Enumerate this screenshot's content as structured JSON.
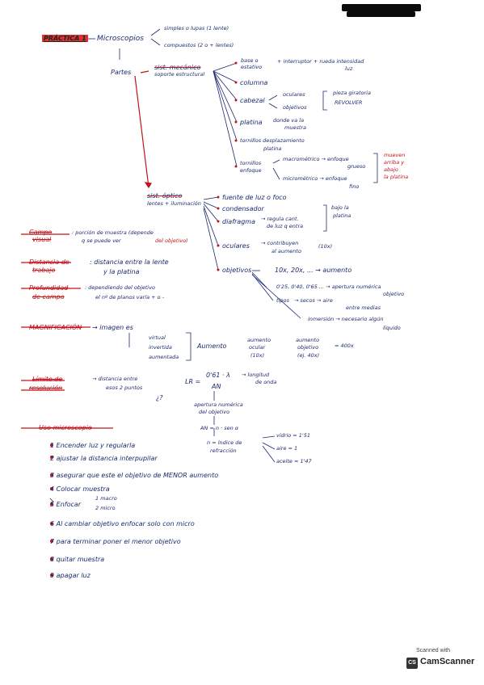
{
  "header": {
    "title": "PRÁCTICA 1",
    "microscopios": "Microscopios"
  },
  "types": {
    "simples": "simples o lupas (1 lente)",
    "compuestos": "compuestos (2 o + lentes)"
  },
  "partes": "Partes",
  "mecanico": {
    "title": "sist. mecánico",
    "sub": "soporte estructural",
    "base": "base o",
    "estativo": "estativo",
    "interruptor": "+ interruptor + rueda intensidad",
    "luz": "luz",
    "columna": "columna",
    "cabezal": "cabezal",
    "oculares": "oculares",
    "objetivos": "objetivos",
    "pieza": "pieza giratoria",
    "revolver": "REVOLVER",
    "platina": "platina",
    "platina_note1": "donde va la",
    "platina_note2": "muestra",
    "tornillos_desp1": "tornillos desplazamiento",
    "tornillos_desp2": "platina",
    "tornillos_enf1": "tornillos",
    "tornillos_enf2": "enfoque",
    "macro": "macrométrico → enfoque",
    "grueso": "grueso",
    "micro": "micrométrico → enfoque",
    "fino": "fino",
    "mueven1": "mueven",
    "mueven2": "arriba y",
    "mueven3": "abajo",
    "mueven4": "la platina"
  },
  "optico": {
    "title": "sist. óptico",
    "sub": "lentes + iluminación",
    "fuente": "fuente de luz o foco",
    "condensador": "condensador",
    "diafragma": "diafragma",
    "regula1": "→ regula cant.",
    "regula2": "de luz q entra",
    "bajo1": "bajo la",
    "bajo2": "platina",
    "oculares": "oculares",
    "contribuyen1": "→ contribuyen",
    "contribuyen2": "al aumento",
    "x10": "(10x)",
    "objetivos": "objetivos",
    "aumentos": "10x, 20x, ... → aumento",
    "aperturas": "0'25, 0'40, 0'65 ... → apertura numérica",
    "objetivo_lbl": "objetivo",
    "tipos": "tipos",
    "secos": "→ secos → aire",
    "entre": "entre medias",
    "inmersion": "inmersión → necesario algún",
    "liquido": "líquido"
  },
  "defs": {
    "campo_t1": "Campo",
    "campo_t2": "visual",
    "campo_d1": ": porción de muestra (depende",
    "campo_d2": "q se puede ver",
    "campo_d3": "del objetivo)",
    "dist_t1": "Distancia de",
    "dist_t2": "trabajo",
    "dist_d1": ": distancia entre la lente",
    "dist_d2": "y la platina",
    "prof_t1": "Profundidad",
    "prof_t2": "de campo",
    "prof_d1": ": dependiendo del objetivo",
    "prof_d2": "el nº de planos varía + o -",
    "mag_t": "MAGNIFICACIÓN",
    "mag_d": "→ imagen es",
    "virtual": "virtual",
    "invertida": "invertida",
    "aumentada": "aumentada",
    "aumento_t": "Aumento",
    "aumento_ocular1": "aumento",
    "aumento_ocular2": "ocular",
    "aumento_ocular3": "(10x)",
    "aumento_obj1": "aumento",
    "aumento_obj2": "objetivo",
    "aumento_obj3": "(ej. 40x)",
    "aumento_res": "= 400x",
    "lim_t1": "Límite de",
    "lim_t2": "resolución",
    "lim_d1": "→ distancia entre",
    "lim_d2": "esos 2 puntos",
    "lim_q": "¿?",
    "lr": "LR =",
    "lr_num": "0'61 · λ",
    "lr_den": "AN",
    "longitud1": "→ longitud",
    "longitud2": "de onda",
    "apertura1": "apertura numérica",
    "apertura2": "del objetivo",
    "an": "AN = n · sen α",
    "n1": "n = índice de",
    "n2": "refracción",
    "vidrio": "vidrio = 1'51",
    "aire": "aire = 1",
    "aceite": "aceite = 1'47"
  },
  "uso": {
    "title": "Uso microscopio",
    "steps": [
      "1 Encender luz y regularla",
      "2 ajustar la distancia interpupilar",
      "3 asegurar que este el objetivo de MENOR aumento",
      "4 Colocar muestra",
      "5 Enfocar",
      "6 Al cambiar objetivo enfocar solo con micro",
      "7 para terminar poner el menor objetivo",
      "8 quitar muestra",
      "9 apagar luz"
    ],
    "macro": "1 macro",
    "micro": "2 micro"
  },
  "footer": {
    "scanned": "Scanned with",
    "app": "CamScanner",
    "logo": "CS"
  },
  "colors": {
    "ink": "#1c2a6e",
    "red": "#c0141c",
    "highlight": "#e03030"
  }
}
